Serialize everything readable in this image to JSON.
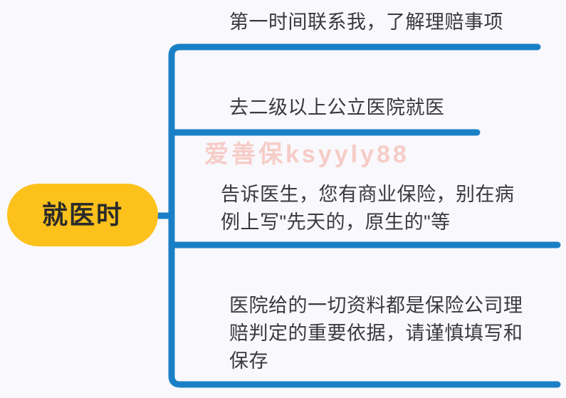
{
  "diagram": {
    "type": "mind-map",
    "background_color": "#f9f8fc",
    "branch_line_color": "#1a80c6",
    "root": {
      "label": "就医时",
      "fill_color": "#fcc11b",
      "text_color": "#2b2b2b"
    },
    "branches": [
      {
        "id": "branch-1",
        "text": "第一时间联系我，了解理赔事项"
      },
      {
        "id": "branch-2",
        "text": "去二级以上公立医院就医"
      },
      {
        "id": "branch-3",
        "text": "告诉医生，您有商业保险，别在病\n例上写\"先天的，原生的\"等"
      },
      {
        "id": "branch-4",
        "text": "医院给的一切资料都是保险公司理\n赔判定的重要依据，请谨慎填写和\n保存"
      }
    ]
  },
  "watermark": {
    "text": "爱善保ksyyly88",
    "color": "#f6ccc7"
  }
}
